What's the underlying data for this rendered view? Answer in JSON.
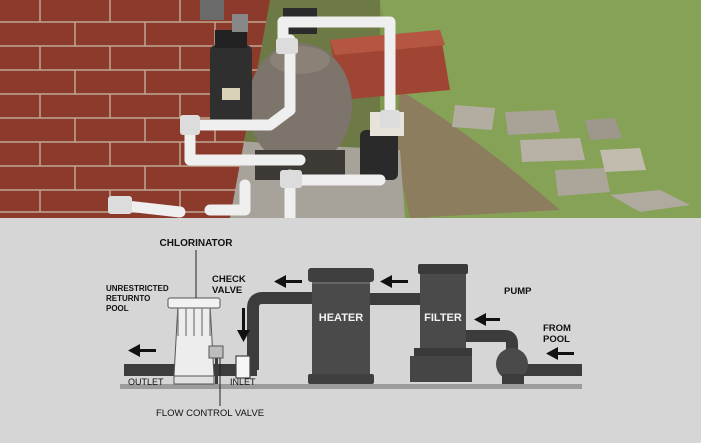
{
  "photo": {
    "icon": "pool-equipment-photo"
  },
  "diagram": {
    "labels": {
      "chlorinator": "CHLORINATOR",
      "unrestricted": [
        "UNRESTRICTED",
        "RETURNTO",
        "POOL"
      ],
      "check_valve": [
        "CHECK",
        "VALVE"
      ],
      "heater": "HEATER",
      "filter": "FILTER",
      "pump": "PUMP",
      "from_pool": [
        "FROM",
        "POOL"
      ],
      "outlet": "OUTLET",
      "inlet": "INLET",
      "flow_control_valve": "FLOW CONTROL VALVE"
    },
    "colors": {
      "background": "#d6d6d6",
      "equipment": "#4a4a4a",
      "pipe": "#3c3c3c",
      "chlorinator": "#ededed",
      "text": "#111111"
    }
  }
}
